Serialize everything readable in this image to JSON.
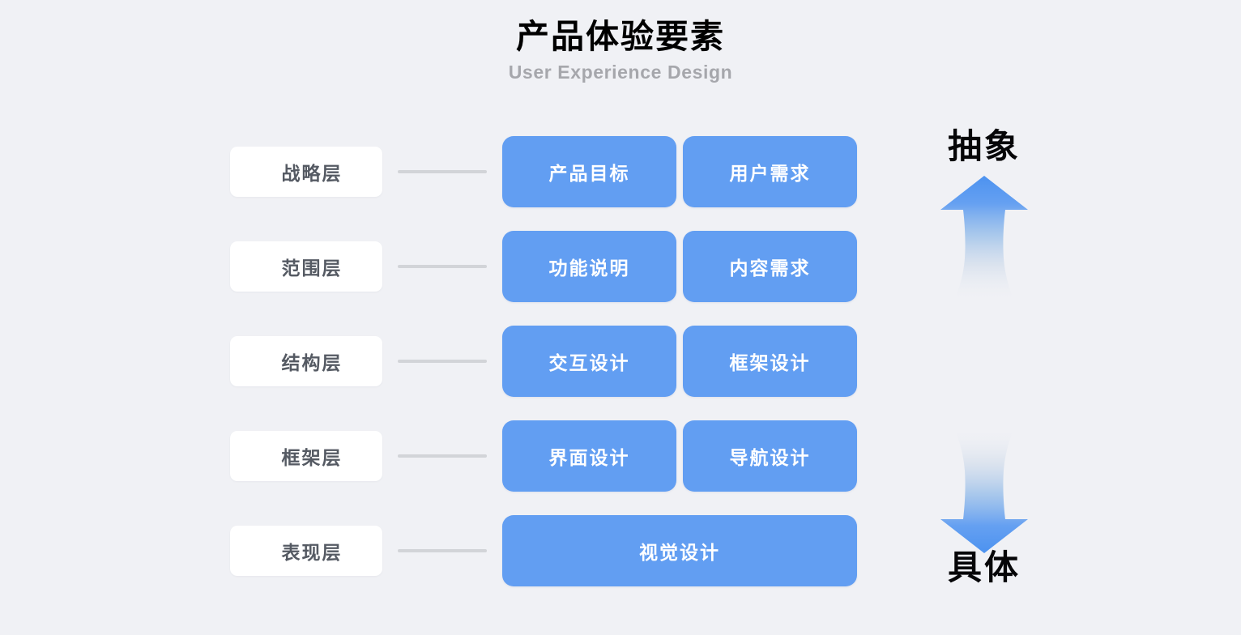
{
  "header": {
    "title": "产品体验要素",
    "subtitle": "User Experience Design"
  },
  "palette": {
    "background": "#F0F1F5",
    "card_blue": "#629EF2",
    "card_white": "#FFFFFF",
    "connector_gray": "#D2D4D8",
    "label_text": "#555A63",
    "subtitle_text": "#A6A7AC",
    "axis_text": "#060608"
  },
  "layers": [
    {
      "layer_label": "战略层",
      "cards": [
        "产品目标",
        "用户需求"
      ]
    },
    {
      "layer_label": "范围层",
      "cards": [
        "功能说明",
        "内容需求"
      ]
    },
    {
      "layer_label": "结构层",
      "cards": [
        "交互设计",
        "框架设计"
      ]
    },
    {
      "layer_label": "框架层",
      "cards": [
        "界面设计",
        "导航设计"
      ]
    },
    {
      "layer_label": "表现层",
      "cards": [
        "视觉设计"
      ]
    }
  ],
  "axis": {
    "top_label": "抽象",
    "bottom_label": "具体",
    "up_arrow_icon": "arrow-up-icon",
    "down_arrow_icon": "arrow-down-icon"
  }
}
